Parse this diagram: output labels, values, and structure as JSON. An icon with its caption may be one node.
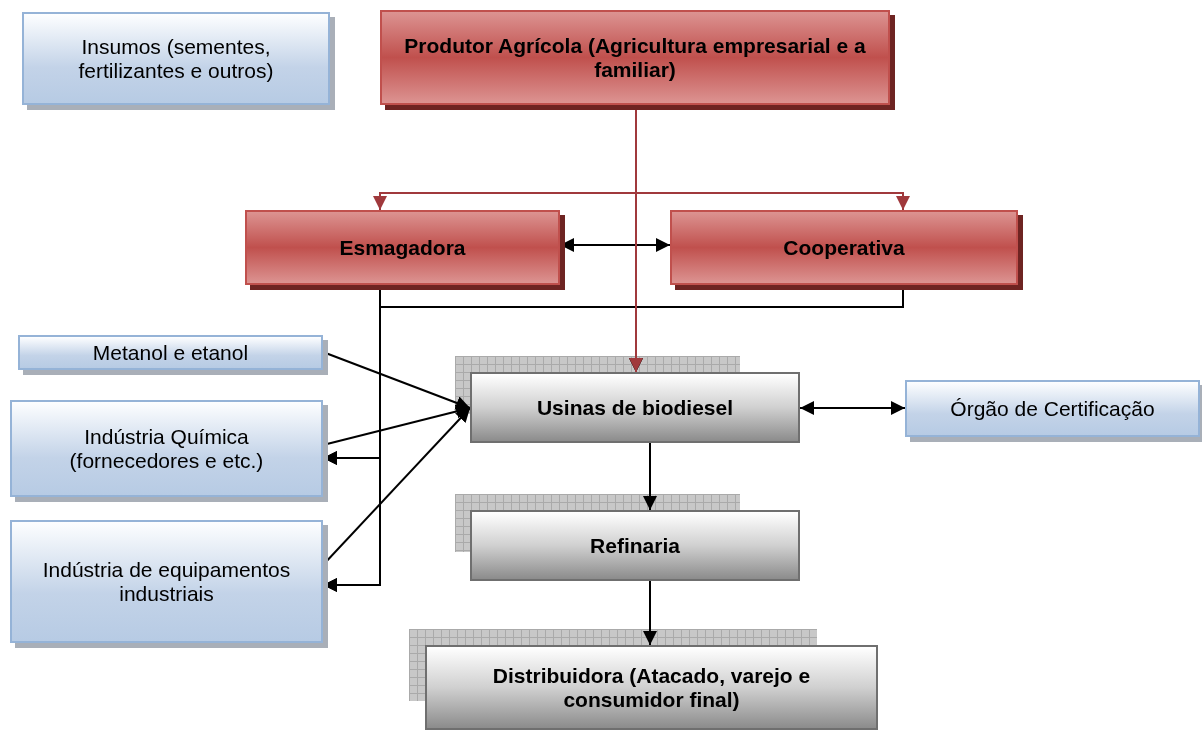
{
  "diagram": {
    "nodes": [
      {
        "text": [
          "Insumos (sementes, fertilizantes e outros)"
        ]
      },
      {
        "text": [
          "Produtor Agrícola (Agricultura empresarial e a familiar)"
        ]
      },
      {
        "text": [
          "Esmagadora"
        ]
      },
      {
        "text": [
          "Cooperativa"
        ]
      },
      {
        "text": [
          "Metanol e etanol"
        ]
      },
      {
        "text": [
          "Indústria Química (fornecedores e etc.)"
        ]
      },
      {
        "text": [
          "Indústria de equipamentos industriais"
        ]
      },
      {
        "text": [
          "Usinas de biodiesel"
        ]
      },
      {
        "text": [
          "Órgão de Certificação"
        ]
      },
      {
        "text": [
          "Refinaria"
        ]
      },
      {
        "text": [
          "Distribuidora (Atacado, varejo e consumidor final)"
        ]
      }
    ],
    "edges": [
      {
        "from": 1,
        "to": 2,
        "arrow": "to",
        "color": "#a0393c"
      },
      {
        "from": 1,
        "to": 3,
        "arrow": "to",
        "color": "#a0393c"
      },
      {
        "from": 1,
        "to": 7,
        "arrow": "to",
        "color": "#a0393c"
      },
      {
        "from": 2,
        "to": 3,
        "arrow": "both"
      },
      {
        "from": 2,
        "to": 7,
        "arrow": "to"
      },
      {
        "from": 3,
        "to": 7,
        "arrow": "to"
      },
      {
        "from": 2,
        "to": 5,
        "arrow": "to"
      },
      {
        "from": 2,
        "to": 6,
        "arrow": "to"
      },
      {
        "from": 3,
        "to": 5,
        "arrow": "to"
      },
      {
        "from": 3,
        "to": 6,
        "arrow": "to"
      },
      {
        "from": 4,
        "to": 7,
        "arrow": "to"
      },
      {
        "from": 5,
        "to": 7,
        "arrow": "to"
      },
      {
        "from": 6,
        "to": 7,
        "arrow": "to"
      },
      {
        "from": 7,
        "to": 8,
        "arrow": "both"
      },
      {
        "from": 7,
        "to": 9,
        "arrow": "to"
      },
      {
        "from": 9,
        "to": 10,
        "arrow": "to"
      }
    ]
  }
}
